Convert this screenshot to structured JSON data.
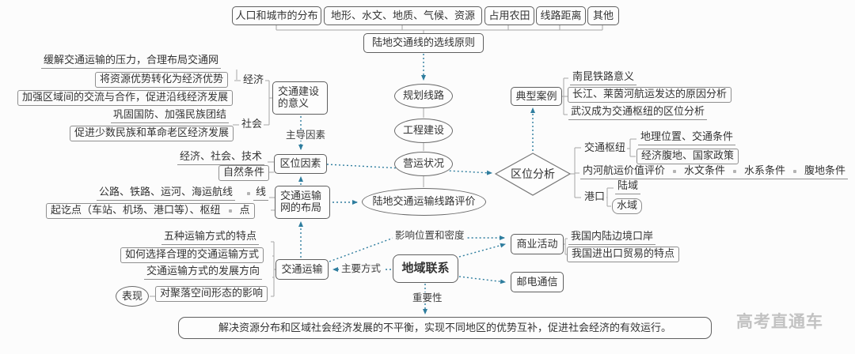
{
  "palette": {
    "arrow_dotted": "#2e7d9e",
    "box_border": "#5f5f5f",
    "leaf_border": "#8f8f8f",
    "text": "#333333",
    "watermark": "#c2c2c2"
  },
  "watermark": "高考直通车",
  "n": {
    "top1": "人口和城市的分布",
    "top2": "地形、水文、地质、气候、资源",
    "top3": "占用农田",
    "top4": "线路距离",
    "top5": "其他",
    "select_principle": "陆地交通线的选线原则",
    "plan": "规划线路",
    "build": "工程建设",
    "operate": "营运状况",
    "eval_line": "陆地交通运输线路评价",
    "meaning": "交通建设的意义",
    "dominant": "主导因素",
    "location_factor": "区位因素",
    "network": "交通运输网的布局",
    "transport": "交通运输",
    "regional": "地域联系",
    "commerce": "商业活动",
    "post": "邮电通信",
    "typical": "典型案例",
    "loc_analysis": "区位分析",
    "left1": "缓解交通运输的压力，合理布局交通网",
    "left2": "将资源优势转化为经济优势",
    "left3": "加强区域间的交流与合作，促进沿线经济发展",
    "left4": "巩固国防、加强民族团结",
    "left5": "促进少数民族和革命老区经济发展",
    "econ": "经济",
    "society": "社会",
    "est": "经济、社会、技术",
    "natural": "自然条件",
    "lines_row": "公路、铁路、运河、海运航线",
    "line": "线",
    "points_row": "起讫点（车站、机场、港口等）、枢纽",
    "point": "点",
    "five_modes": "五种运输方式的特点",
    "choose_mode": "如何选择合理的交通运输方式",
    "dev_direction": "交通运输方式的发展方向",
    "influence_settlement": "对聚落空间形态的影响",
    "manifest": "表现",
    "main_mode": "主要方式",
    "affect_density": "影响位置和密度",
    "importance": "重要性",
    "nankun": "南昆铁路意义",
    "yangtze": "长江、莱茵河航运发达的原因分析",
    "wuhan": "武汉成为交通枢纽的区位分析",
    "hub": "交通枢纽",
    "geo_traffic": "地理位置、交通条件",
    "hinterland_policy": "经济腹地、国家政策",
    "river_eval": "内河航运价值评价",
    "hydro": "水文条件",
    "water_system": "水系条件",
    "hinterland_cond": "腹地条件",
    "port": "港口",
    "land_area": "陆域",
    "water_area": "水域",
    "border_ports": "我国内陆边境口岸",
    "trade_features": "我国进出口贸易的特点",
    "bottom": "解决资源分布和区域社会经济发展的不平衡，实现不同地区的优势互补，促进社会经济的有效运行。"
  }
}
